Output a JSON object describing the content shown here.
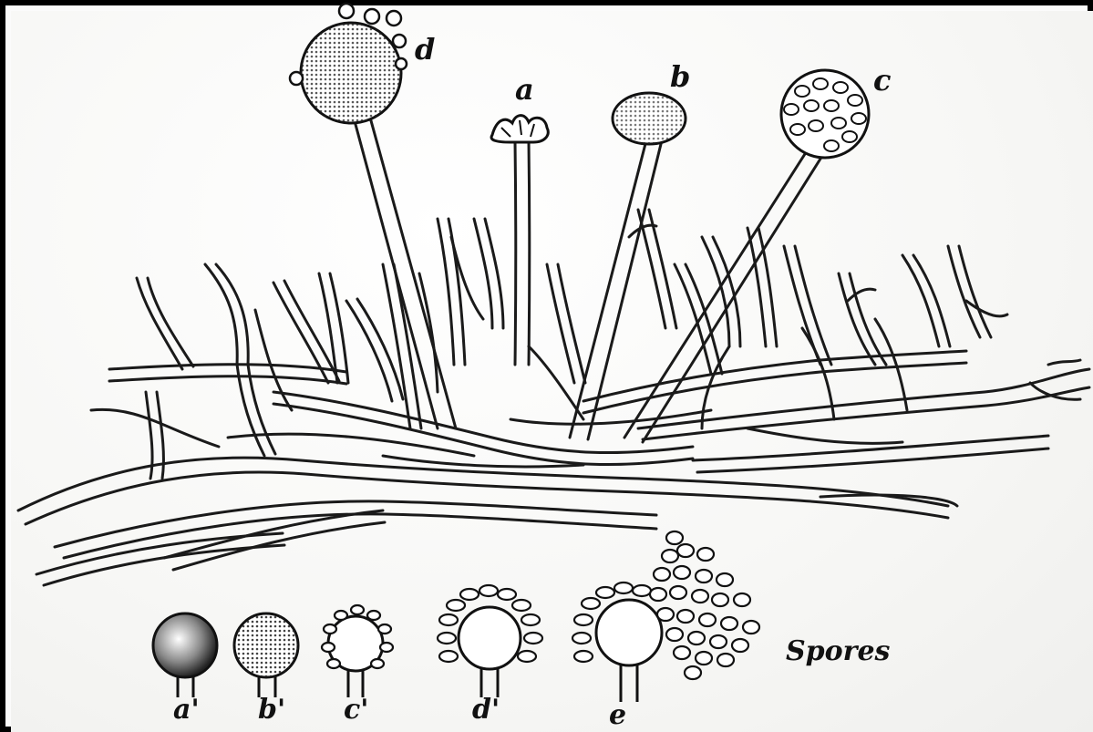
{
  "labels": {
    "d": "d",
    "a": "a",
    "b": "b",
    "c": "c",
    "a_prime": "a'",
    "b_prime": "b'",
    "c_prime": "c'",
    "d_prime": "d'",
    "e": "e",
    "spores": "Spores"
  },
  "colors": {
    "ink": "#1a1a1a",
    "paper": "#fbfbfb",
    "frame": "#000000"
  }
}
